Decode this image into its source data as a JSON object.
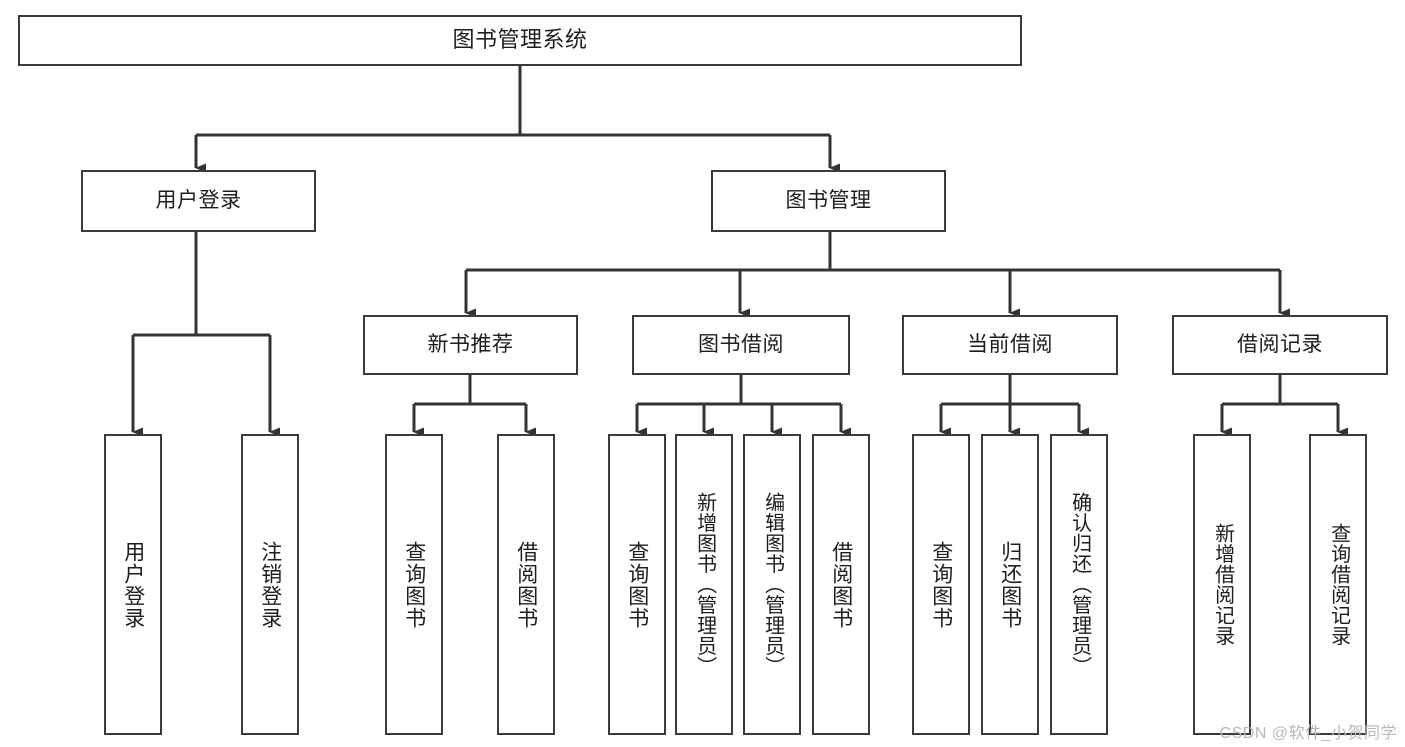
{
  "diagram": {
    "title": "图书管理系统",
    "type": "tree-hierarchy-chart",
    "watermark": "CSDN @软件_小贺同学",
    "colors": {
      "box_border": "#3a3a3a",
      "box_fill": "#ffffff",
      "edge": "#333333",
      "text": "#1e1e1e",
      "watermark": "#b9b9b9",
      "background": "#ffffff"
    },
    "root": {
      "label": "图书管理系统"
    },
    "level2": [
      {
        "label": "用户登录"
      },
      {
        "label": "图书管理"
      }
    ],
    "level3": [
      {
        "label": "新书推荐"
      },
      {
        "label": "图书借阅"
      },
      {
        "label": "当前借阅"
      },
      {
        "label": "借阅记录"
      }
    ],
    "leaves": {
      "user_login": [
        {
          "label": "用户登录"
        },
        {
          "label": "注销登录"
        }
      ],
      "new_book_recommend": [
        {
          "label": "查询图书"
        },
        {
          "label": "借阅图书"
        }
      ],
      "book_borrow": [
        {
          "label": "查询图书"
        },
        {
          "label": "新增图书（管理员）"
        },
        {
          "label": "编辑图书（管理员）"
        },
        {
          "label": "借阅图书"
        }
      ],
      "current_borrow": [
        {
          "label": "查询图书"
        },
        {
          "label": "归还图书"
        },
        {
          "label": "确认归还（管理员）"
        }
      ],
      "borrow_record": [
        {
          "label": "新增借阅记录"
        },
        {
          "label": "查询借阅记录"
        }
      ]
    }
  }
}
